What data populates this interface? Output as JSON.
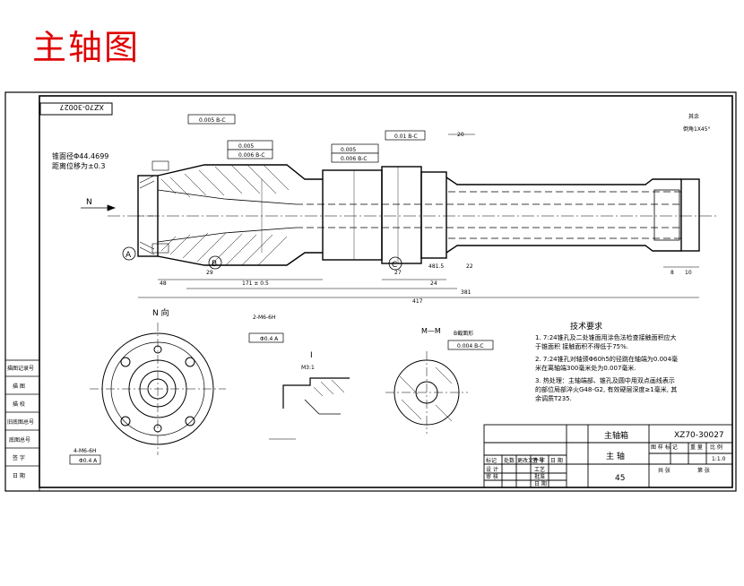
{
  "page_title": "主轴图",
  "drawing": {
    "code_box": "XZ70-30027",
    "material_note_line1": "锥面径Φ44.4699",
    "material_note_line2": "距离位移为±0.3",
    "section_labels": {
      "n_view": "N 向",
      "m_section": "M—M",
      "detail_i": "I",
      "detail_scale": "M3:1",
      "section_view_tag": "B截面形"
    },
    "circle_labels": [
      "A",
      "B",
      "C"
    ],
    "dims": {
      "d1": "171 ± 0.5",
      "d2": "381",
      "d3": "417",
      "d4": "48",
      "d5": "29",
      "d6": "27",
      "d7": "24",
      "d8": "481.5",
      "d9": "22",
      "d10": "8",
      "d11": "10",
      "d12": "20",
      "thread1": "2-M6-6H",
      "thread2": "4-M6-6H",
      "chamfer_note": "其余",
      "chamfer_note2": "倒角1X45°"
    },
    "tolerance_frames": [
      "0.005 B-C",
      "0.005",
      "0.006 B-C",
      "0.005",
      "0.006 B-C",
      "0.01 B-C",
      "Φ0.4 A",
      "Φ0.4 A",
      "0.004 B-C"
    ]
  },
  "tech_requirements": {
    "heading": "技术要求",
    "items": [
      "1. 7:24锥孔及二处锥面用涂色法检查接触面积应大于锥面积 接触面积不得低于75%.",
      "2. 7:24锥孔对轴颈Φ60h5的径跳在轴端为0.004毫米在离轴端300毫米处为0.007毫米.",
      "3. 热处理：主轴端部、锥孔及圆中用双点画线表示的部位局部淬火G48-G2, 有效硬层深度≥1毫米, 其余调质T235."
    ]
  },
  "left_strip": [
    "描图记录号",
    "描 图",
    "描 校",
    "旧底图总号",
    "底图总号",
    "签 字",
    "日 期"
  ],
  "title_block": {
    "drawing_name": "主轴箱",
    "part_name": "主 轴",
    "drawing_no": "XZ70-30027",
    "material": "45",
    "scale": "1:1.0",
    "row_labels": [
      "标记",
      "处数",
      "更改文件号",
      "签 字",
      "日 期"
    ],
    "role_labels": [
      "设 计",
      "工艺",
      "审 核",
      "批准",
      "日 期"
    ],
    "stage_labels": [
      "图 样 标 记",
      "重 量",
      "比 例"
    ],
    "sheet_labels": [
      "共 张",
      "第 张"
    ]
  }
}
